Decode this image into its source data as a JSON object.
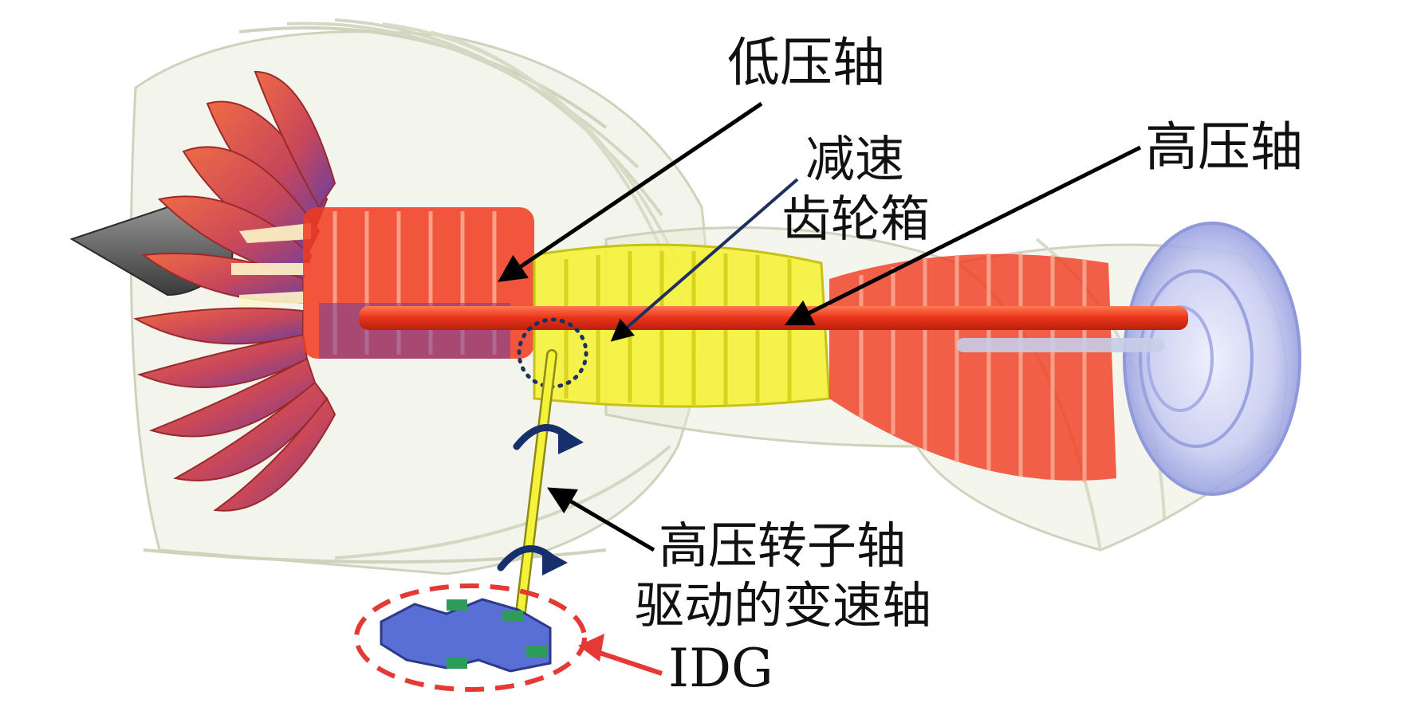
{
  "labels": {
    "low_pressure_shaft": "低压轴",
    "reduction_gearbox_line1": "减速",
    "reduction_gearbox_line2": "齿轮箱",
    "high_pressure_shaft": "高压轴",
    "variable_speed_shaft_line1": "高压转子轴",
    "variable_speed_shaft_line2": "驱动的变速轴",
    "idg": "IDG"
  },
  "colors": {
    "background": "#ffffff",
    "label_text": "#111111",
    "leader_line": "#000000",
    "gearbox_leader": "#1f2f5e",
    "rotation_arrow": "#17306b",
    "fan_blade": "#e0553a",
    "fan_blade_deep": "#6a3fa0",
    "low_pressure_core": "#f03a1e",
    "high_pressure_core": "#f5f23a",
    "nacelle_shell": "#e6ead6",
    "idg_body": "#5a6fd6",
    "idg_highlight": "#e53935",
    "spinner": "#4a4a4a"
  }
}
